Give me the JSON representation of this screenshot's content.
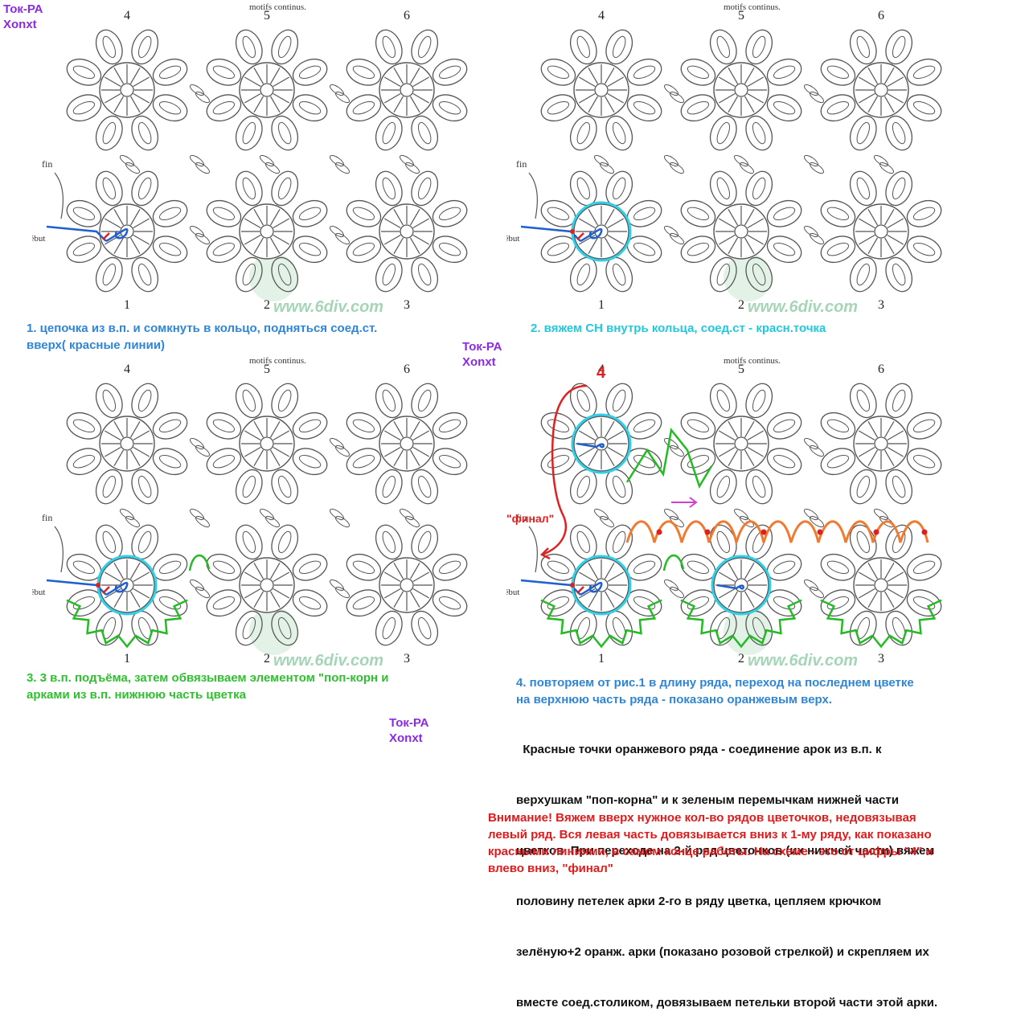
{
  "signatures": {
    "top_left": [
      "Ток-РА",
      "Xonxt"
    ],
    "middle": [
      "Ток-РА",
      "Xonxt"
    ],
    "bottom": [
      "Ток-РА",
      "Xonxt"
    ]
  },
  "diagram_texts": {
    "motifs_header": "motifs continus.",
    "fin": "fin",
    "debut": "début",
    "watermark": "www.6div.com",
    "numbers_top": [
      "4",
      "5",
      "6"
    ],
    "numbers_bottom": [
      "1",
      "2",
      "3"
    ],
    "step4_number": "4",
    "final_label": "\"финал\""
  },
  "captions": {
    "step1": [
      "1. цепочка из в.п. и сомкнуть в кольцо, подняться соед.ст.",
      "вверх( красные линии)"
    ],
    "step2": [
      "2. вяжем СН внутрь кольца, соед.ст - красн.точка"
    ],
    "step3": [
      "3. 3 в.п. подъёма, затем обвязываем элементом \"поп-корн и",
      "арками из в.п. нижнюю часть цветка"
    ],
    "step4": [
      "4. повторяем от рис.1 в длину ряда, переход на последнем цветке",
      "на верхнюю часть ряда - показано оранжевым верх."
    ],
    "explanation": [
      "  Красные точки оранжевого ряда - соединение арок из в.п. к",
      "верхушкам \"поп-корна\" и к зеленым перемычкам нижней части",
      "цветков. При переходе на 2-й ряд цветочков (их нижней части) вяжем",
      "половину петелек арки 2-го в ряду цветка, цепляем крючком",
      "зелёную+2 оранж. арки (показано розовой стрелкой) и скрепляем их",
      "вместе соед.столиком, довязываем петельки второй части этой арки."
    ],
    "warning": [
      "Внимание! Вяжем вверх нужное кол-во рядов цветочков, недовязывая",
      "левый ряд. Вся левая часть довязывается вниз к 1-му ряду, как показано",
      "красными линиями, в самом конце работы. На схеме - это от цифры \"4\" и",
      "влево вниз, \"финал\""
    ]
  },
  "colors": {
    "blue_text": "#2f86d6",
    "cyan_text": "#22c8dc",
    "green_text": "#2fbf2f",
    "red_text": "#e11b1b",
    "signature": "#8a2be2",
    "chart_line": "#555555",
    "highlight_cyan": "#30d0e8",
    "highlight_green": "#22bb22",
    "highlight_orange": "#f07a30",
    "highlight_red": "#e02020",
    "highlight_blue": "#1f5fd0",
    "highlight_pink": "#d040d0"
  }
}
